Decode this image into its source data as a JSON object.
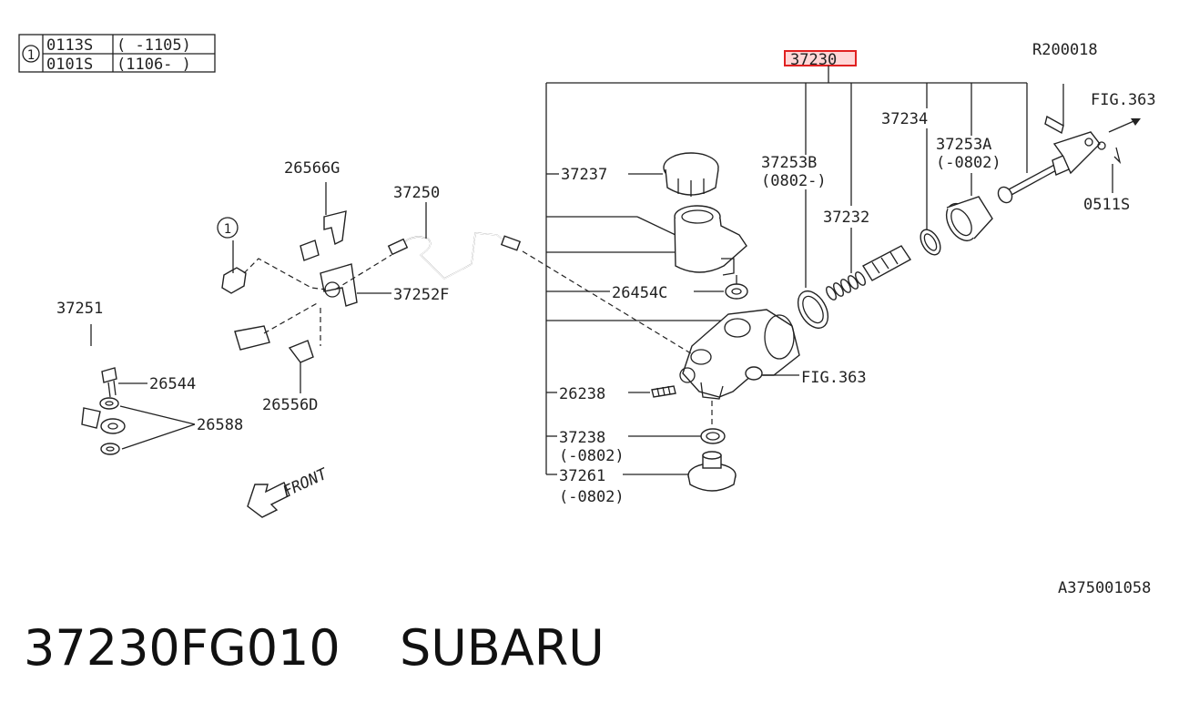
{
  "legend_table": {
    "marker": "1",
    "rows": [
      {
        "code": "0113S",
        "range": "( -1105)"
      },
      {
        "code": "0101S",
        "range": "(1106- )"
      }
    ]
  },
  "callouts": {
    "highlight": "37230",
    "r200018": "R200018",
    "fig363_top": "FIG.363",
    "fig363_mid": "FIG.363",
    "p37234": "37234",
    "p37253a": "37253A",
    "p37253a_range": "(-0802)",
    "p37253b": "37253B",
    "p37253b_range": "(0802-)",
    "p37232": "37232",
    "p0511s": "0511S",
    "p37237": "37237",
    "p26454c": "26454C",
    "p26238": "26238",
    "p37238": "37238",
    "p37238_range": "(-0802)",
    "p37261": "37261",
    "p37261_range": "(-0802)",
    "p26566g": "26566G",
    "p37250": "37250",
    "p37252f": "37252F",
    "p37251": "37251",
    "p26544": "26544",
    "p26556d": "26556D",
    "p26588": "26588",
    "marker1": "1",
    "front": "FRONT"
  },
  "ref_code": "A375001058",
  "title": {
    "part_number": "37230FG010",
    "brand": "SUBARU"
  },
  "colors": {
    "line": "#222222",
    "highlight_border": "#e02020",
    "highlight_fill": "#ffd6d6"
  }
}
